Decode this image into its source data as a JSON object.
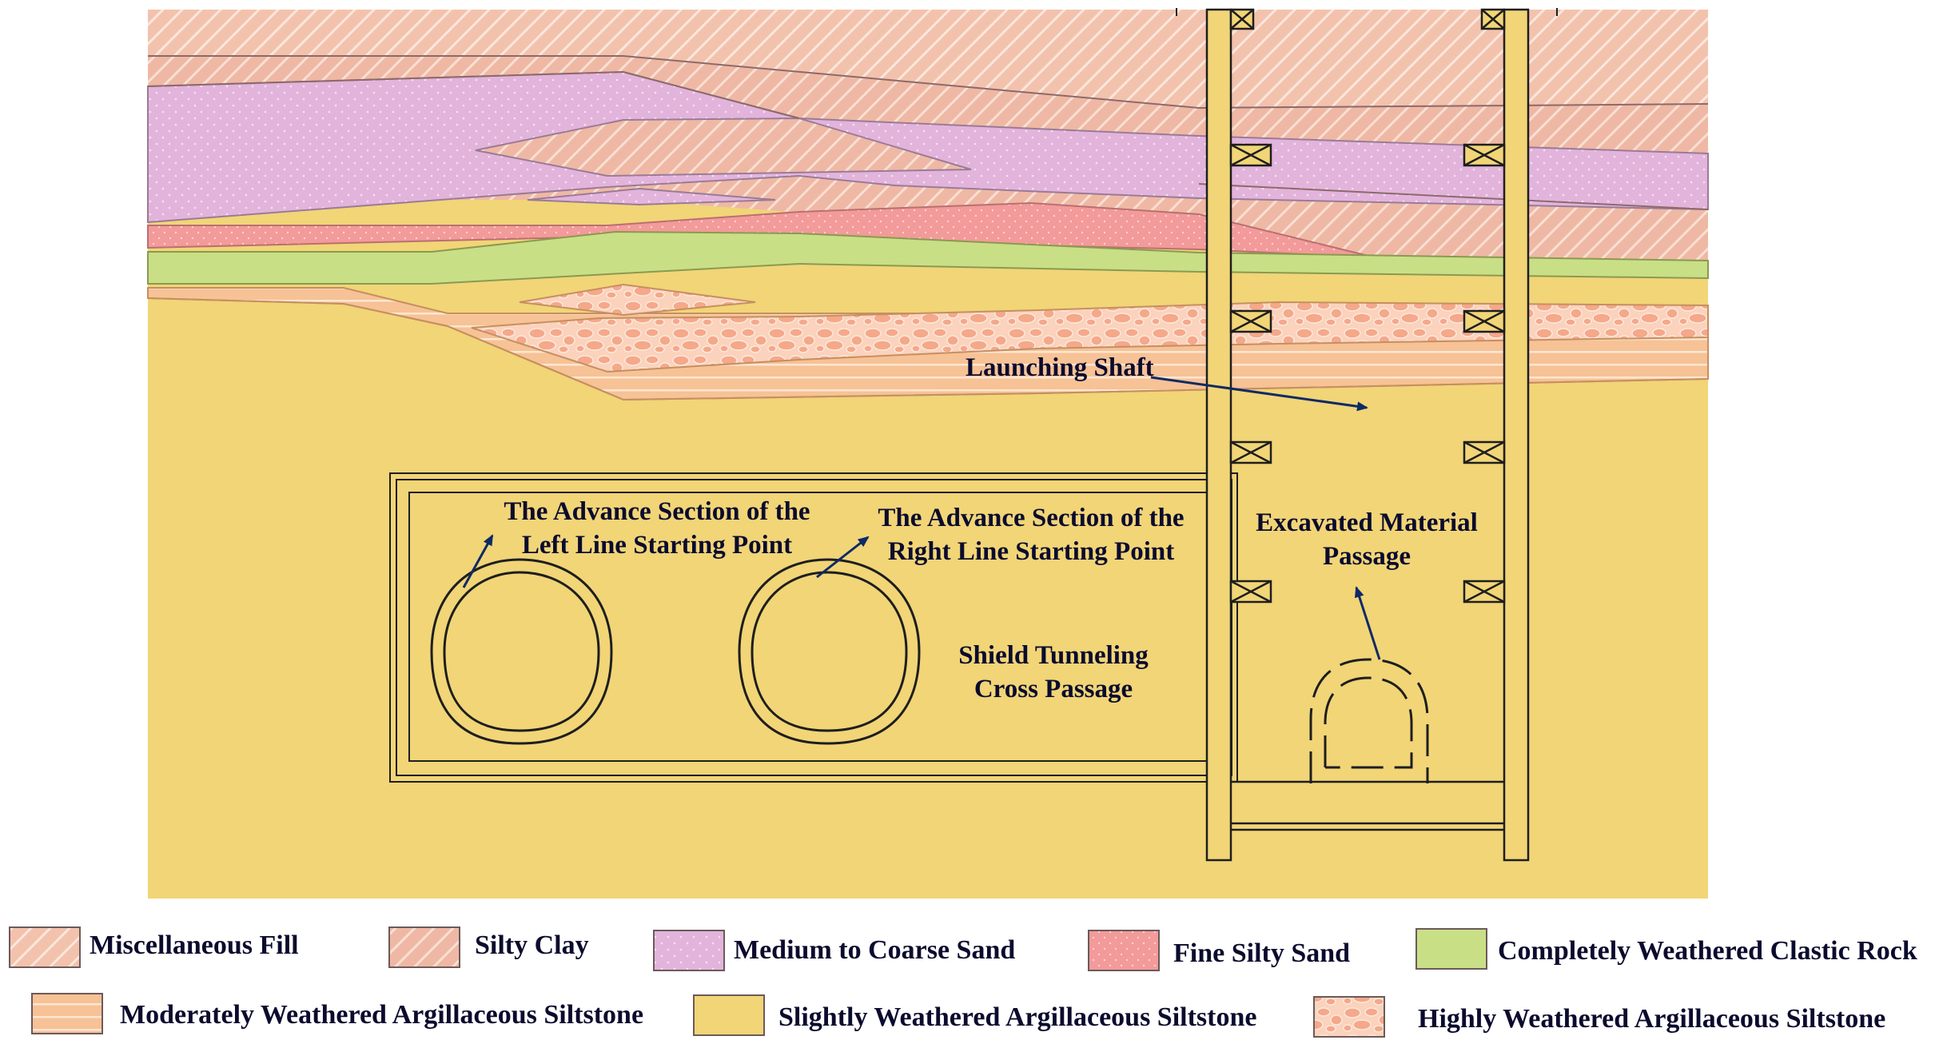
{
  "annotations": {
    "launching_shaft": "Launching Shaft",
    "left_line": [
      "The Advance Section of the",
      "Left Line Starting Point"
    ],
    "right_line": [
      "The Advance Section of the",
      "Right Line Starting Point"
    ],
    "excavated": [
      "Excavated Material",
      "Passage"
    ],
    "cross_passage": [
      "Shield Tunneling",
      "Cross Passage"
    ]
  },
  "legend": [
    {
      "label": "Miscellaneous Fill",
      "pattern": "hatch",
      "color": "#f3c2ad"
    },
    {
      "label": "Silty Clay",
      "pattern": "hatch",
      "color": "#efb8a4"
    },
    {
      "label": "Medium to Coarse Sand",
      "pattern": "dots",
      "color": "#e2b4dc"
    },
    {
      "label": "Fine Silty Sand",
      "pattern": "dots",
      "color": "#f39a9a"
    },
    {
      "label": "Completely Weathered Clastic Rock",
      "pattern": "solid",
      "color": "#c9df86"
    },
    {
      "label": "Moderately Weathered Argillaceous Siltstone",
      "pattern": "stripes",
      "color": "#f6c296"
    },
    {
      "label": "Slightly Weathered Argillaceous Siltstone",
      "pattern": "solid",
      "color": "#f1d577"
    },
    {
      "label": "Highly Weathered Argillaceous Siltstone",
      "pattern": "pebbles",
      "color": "#fbd2bc"
    }
  ],
  "colors": {
    "outline": "#1e1e1e",
    "arrow": "#0e2a66",
    "text": "#0b0b2e"
  }
}
